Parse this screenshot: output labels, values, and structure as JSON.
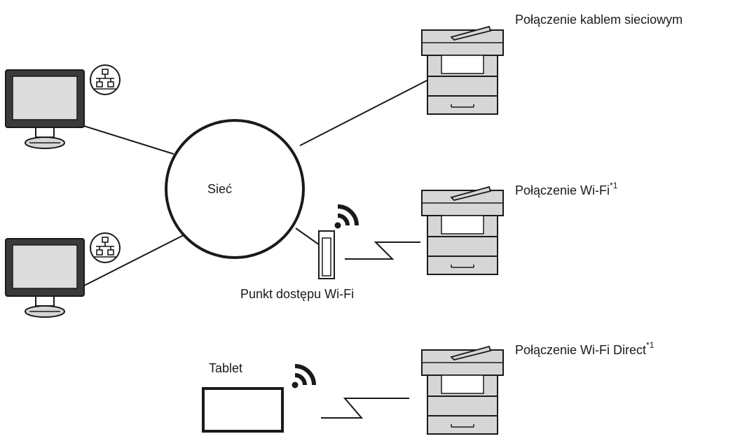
{
  "network": {
    "label": "Sieć"
  },
  "access_point": {
    "label": "Punkt dostępu Wi-Fi"
  },
  "tablet": {
    "label": "Tablet"
  },
  "printers": {
    "wired": {
      "label": "Połączenie kablem sieciowym"
    },
    "wifi": {
      "label": "Połączenie Wi-Fi",
      "note": "*1"
    },
    "wifi_direct": {
      "label": "Połączenie Wi-Fi Direct",
      "note": "*1"
    }
  },
  "icons": {
    "lan": "network-lan-icon",
    "wifi": "wifi-signal-icon",
    "computer": "desktop-monitor-icon",
    "printer": "mfp-printer-icon",
    "tablet": "tablet-icon",
    "access_point": "wifi-access-point-icon"
  },
  "colors": {
    "stroke": "#1a1a1a",
    "device_fill": "#d6d6d6",
    "screen_fill": "#dcdcdc",
    "monitor_frame": "#3a3a3a"
  }
}
